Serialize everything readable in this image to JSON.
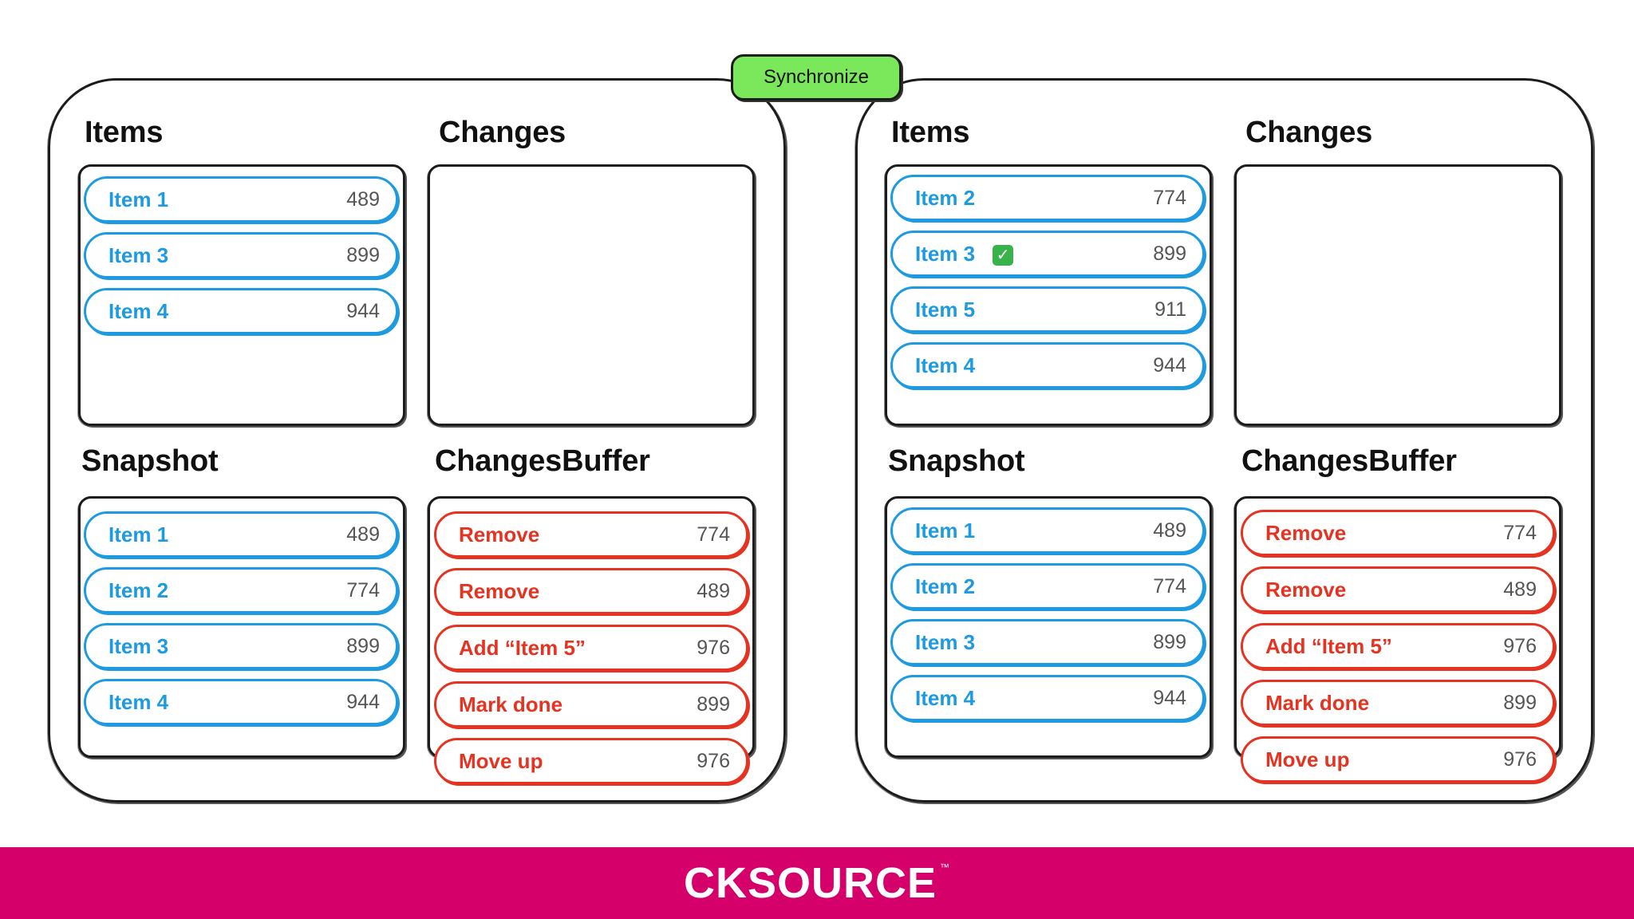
{
  "sync_button": "Synchronize",
  "left": {
    "items_title": "Items",
    "changes_title": "Changes",
    "snapshot_title": "Snapshot",
    "buffer_title": "ChangesBuffer",
    "items": [
      {
        "label": "Item 1",
        "value": "489"
      },
      {
        "label": "Item 3",
        "value": "899"
      },
      {
        "label": "Item 4",
        "value": "944"
      }
    ],
    "snapshot": [
      {
        "label": "Item 1",
        "value": "489"
      },
      {
        "label": "Item 2",
        "value": "774"
      },
      {
        "label": "Item 3",
        "value": "899"
      },
      {
        "label": "Item 4",
        "value": "944"
      }
    ],
    "buffer": [
      {
        "label": "Remove",
        "value": "774"
      },
      {
        "label": "Remove",
        "value": "489"
      },
      {
        "label": "Add “Item 5”",
        "value": "976"
      },
      {
        "label": "Mark done",
        "value": "899"
      },
      {
        "label": "Move up",
        "value": "976"
      }
    ]
  },
  "right": {
    "items_title": "Items",
    "changes_title": "Changes",
    "snapshot_title": "Snapshot",
    "buffer_title": "ChangesBuffer",
    "items": [
      {
        "label": "Item 2",
        "value": "774"
      },
      {
        "label": "Item 3",
        "value": "899",
        "done": true
      },
      {
        "label": "Item 5",
        "value": "911"
      },
      {
        "label": "Item 4",
        "value": "944"
      }
    ],
    "snapshot": [
      {
        "label": "Item 1",
        "value": "489"
      },
      {
        "label": "Item 2",
        "value": "774"
      },
      {
        "label": "Item 3",
        "value": "899"
      },
      {
        "label": "Item 4",
        "value": "944"
      }
    ],
    "buffer": [
      {
        "label": "Remove",
        "value": "774"
      },
      {
        "label": "Remove",
        "value": "489"
      },
      {
        "label": "Add “Item 5”",
        "value": "976"
      },
      {
        "label": "Mark done",
        "value": "899"
      },
      {
        "label": "Move up",
        "value": "976"
      }
    ]
  },
  "footer": {
    "logo": "CKSOURCE",
    "trademark": "™"
  },
  "colors": {
    "item_blue": "#1e9ae0",
    "change_red": "#e53322",
    "sync_green": "#7be85b",
    "footer_magenta": "#d6006a",
    "check_green": "#37b34a"
  },
  "icons": {
    "done_marker": "check-icon"
  }
}
